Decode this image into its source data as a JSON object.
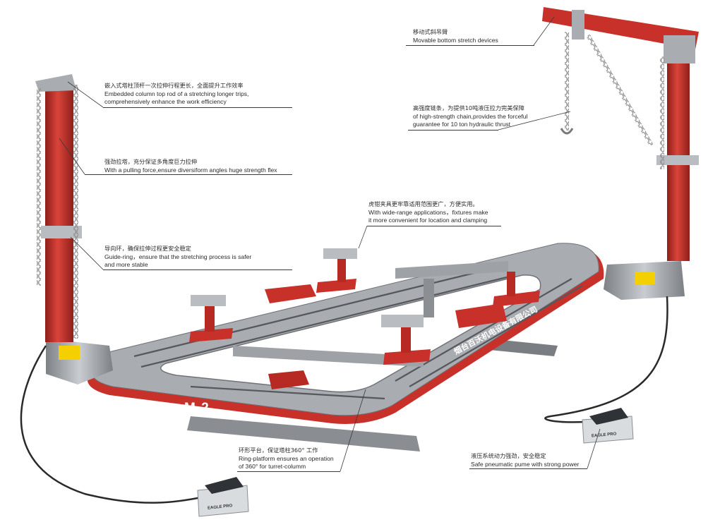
{
  "callouts": [
    {
      "id": "movable-arm",
      "zh": "移动式斜吊臂",
      "en": [
        "Movable bottom stretch devices"
      ]
    },
    {
      "id": "embedded-column",
      "zh": "嵌入式塔柱顶杆一次拉伸行程更长，全面提升工作效率",
      "en": [
        "Embedded column top rod of a stretching longer trips,",
        "comprehensively enhance the work efficiency"
      ]
    },
    {
      "id": "chain",
      "zh": "高强度链条，为提供10吨液压拉力完美保障",
      "en": [
        "of high-strength chain,provides the forceful",
        "guarantee for 10 ton hydraulic thrust"
      ]
    },
    {
      "id": "pulling-tower",
      "zh": "强劲拉塔，充分保证多角度巨力拉伸",
      "en": [
        "With a pulling force,ensure diversiform angles huge strength flex"
      ]
    },
    {
      "id": "clamps",
      "zh": "虎钳夹具更牢靠适用范围更广，方便实用。",
      "en": [
        "With wide-range applications，fixtures make",
        "it more convenient for location and clamping"
      ]
    },
    {
      "id": "guide-ring",
      "zh": "导向环，确保拉伸过程更安全稳定",
      "en": [
        "Guide-ring，ensure that the stretching process is safer",
        "and more stable"
      ]
    },
    {
      "id": "ring-platform",
      "zh": "环形平台，保证塔柱360°  工作",
      "en": [
        "Ring-platform ensures an operation",
        "of 360°  for turret-columm"
      ]
    },
    {
      "id": "hydraulic",
      "zh": "液压系统动力强劲，安全稳定",
      "en": [
        "Safe pneumatic pume with strong power"
      ]
    }
  ],
  "machine": {
    "model": "M-2",
    "company": "烟台百沃机电设备有限公司",
    "pump_brand": "EAGLE PRO"
  },
  "colors": {
    "red": "#c8302a",
    "dark_red": "#8f1f1a",
    "frame_gray": "#a9acb0",
    "dark_gray": "#6f7378",
    "chain": "#9a9a9a"
  }
}
